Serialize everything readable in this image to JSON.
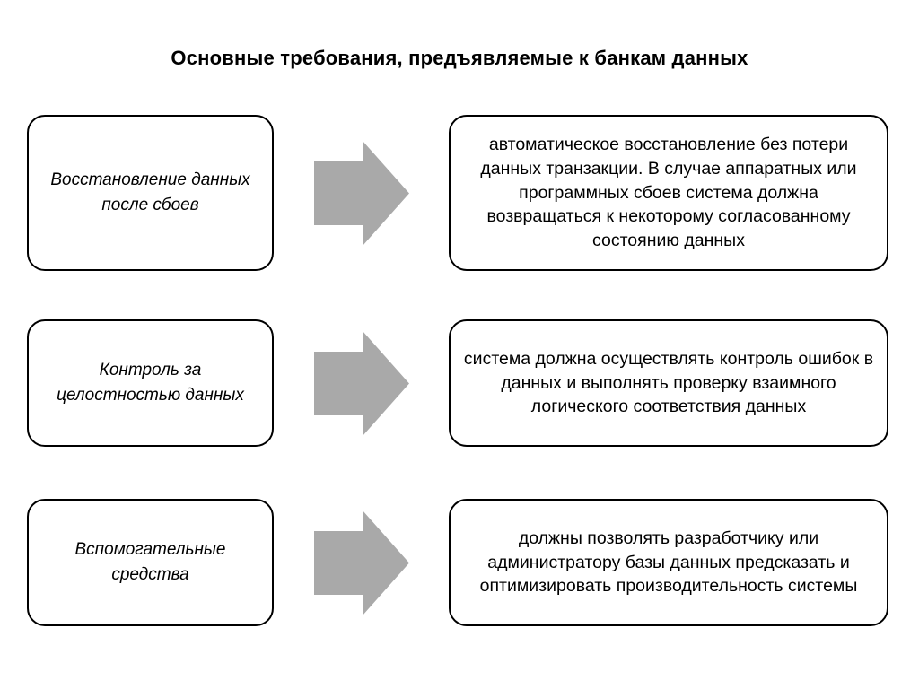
{
  "title": "Основные требования, предъявляемые к банкам данных",
  "colors": {
    "arrow": "#a9a9a9",
    "border": "#000000",
    "background": "#ffffff"
  },
  "rows": [
    {
      "requirement": "Восстановление данных после сбоев",
      "description": "автоматическое восстановление без потери данных транзакции. В случае аппаратных или программных сбоев система должна возвращаться к некоторому согласованному состоянию данных"
    },
    {
      "requirement": "Контроль за целостностью данных",
      "description": "система должна осуществлять контроль ошибок в данных и выполнять проверку взаимного логического соответствия данных"
    },
    {
      "requirement": "Вспомогательные средства",
      "description": "должны позволять разработчику или администратору базы данных предсказать и оптимизировать производительность системы"
    }
  ]
}
